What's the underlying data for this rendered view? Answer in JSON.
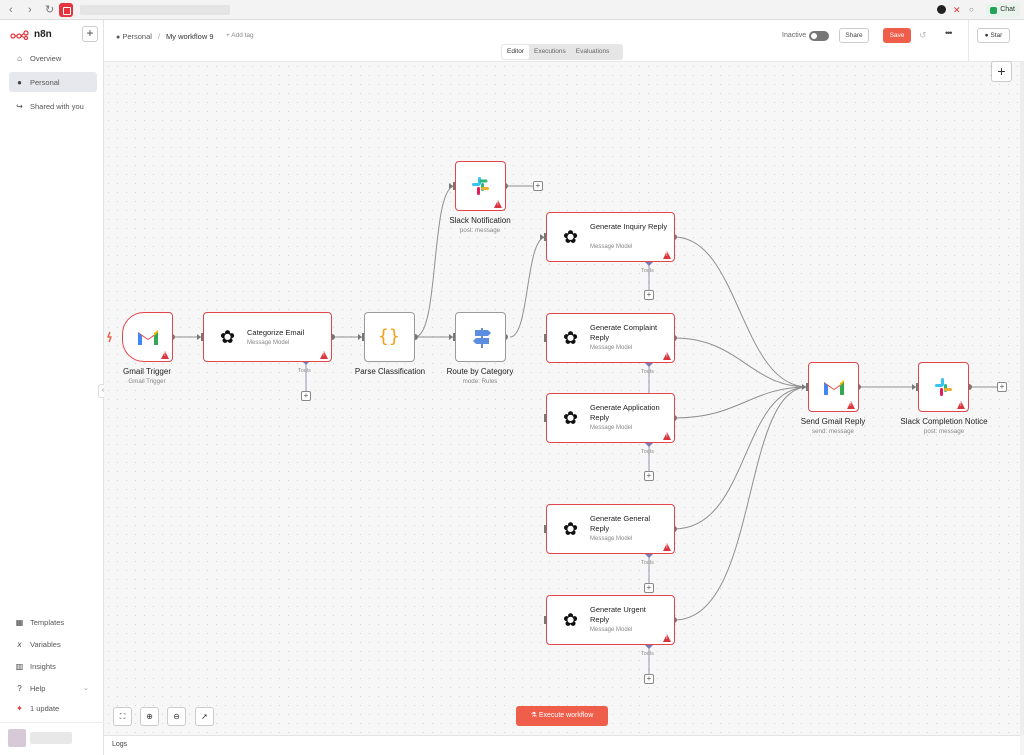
{
  "browser": {
    "chat_label": "Chat"
  },
  "sidebar": {
    "brand": "n8n",
    "items": [
      {
        "label": "Overview",
        "icon": "home-icon"
      },
      {
        "label": "Personal",
        "icon": "user-icon"
      },
      {
        "label": "Shared with you",
        "icon": "share-icon"
      }
    ],
    "bottom_items": [
      {
        "label": "Templates",
        "icon": "templates-icon"
      },
      {
        "label": "Variables",
        "icon": "variables-icon"
      },
      {
        "label": "Insights",
        "icon": "insights-icon"
      },
      {
        "label": "Help",
        "icon": "help-icon"
      },
      {
        "label": "1 update",
        "icon": "gift-icon"
      }
    ]
  },
  "header": {
    "project": "Personal",
    "separator": "/",
    "workflow_name": "My workflow 9",
    "add_tag": "+ Add tag",
    "status_label": "Inactive",
    "share_label": "Share",
    "save_label": "Save",
    "more_label": "•••",
    "star_label": "Star"
  },
  "tabs": [
    "Editor",
    "Executions",
    "Evaluations"
  ],
  "nodes": {
    "gmail_trigger": {
      "title": "Gmail Trigger",
      "subtitle": "Gmail Trigger"
    },
    "categorize": {
      "title": "Categorize Email",
      "subtitle": "Message Model"
    },
    "parse": {
      "title": "Parse Classification"
    },
    "route": {
      "title": "Route by Category",
      "subtitle": "mode: Rules"
    },
    "slack_notify": {
      "title": "Slack Notification",
      "subtitle": "post: message"
    },
    "inquiry": {
      "title": "Generate Inquiry Reply",
      "subtitle": "Message Model"
    },
    "complaint": {
      "title": "Generate Complaint Reply",
      "subtitle": "Message Model"
    },
    "application": {
      "title": "Generate Application Reply",
      "subtitle": "Message Model"
    },
    "general": {
      "title": "Generate General Reply",
      "subtitle": "Message Model"
    },
    "urgent": {
      "title": "Generate Urgent Reply",
      "subtitle": "Message Model"
    },
    "send_gmail": {
      "title": "Send Gmail Reply",
      "subtitle": "send: message"
    },
    "slack_done": {
      "title": "Slack Completion Notice",
      "subtitle": "post: message"
    }
  },
  "tools_label": "Tools",
  "execute_label": "Execute workflow",
  "logs_label": "Logs",
  "colors": {
    "accent": "#ee5e4b",
    "error_border": "#e0474c",
    "sidebar_active": "#e6e8ed"
  }
}
